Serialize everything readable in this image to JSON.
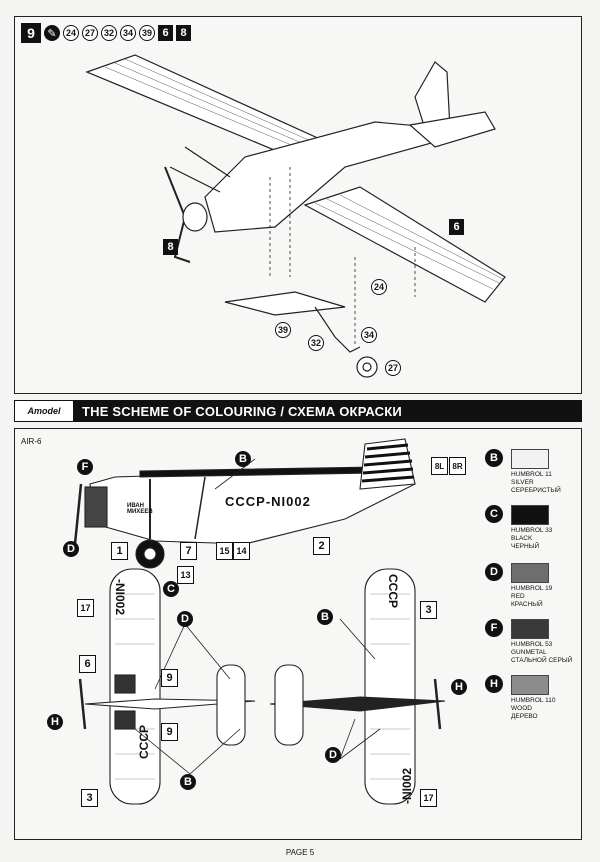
{
  "step": {
    "number": "9",
    "part_refs": [
      "24",
      "27",
      "32",
      "34",
      "39"
    ],
    "sub_steps": [
      "6",
      "8"
    ],
    "callouts": {
      "wing_step": "6",
      "engine_step": "8",
      "part_24": "24",
      "part_39": "39",
      "part_32": "32",
      "part_34": "34",
      "part_27": "27"
    }
  },
  "header": {
    "logo": "Amodel",
    "title": "THE SCHEME OF COLOURING / СХЕМА ОКРАСКИ"
  },
  "scheme": {
    "model_code": "AIR-6",
    "registration_side": "СССР-NI002",
    "registration_wing_top": "-NI002",
    "registration_wing_bottom": "СССР",
    "cowl_lettering": "ИВАН МИХЕЕВ",
    "decal_numbers": {
      "d1": "1",
      "d7": "7",
      "d15": "15",
      "d14": "14",
      "d2": "2",
      "d13": "13",
      "d8l": "8L",
      "d8r": "8R",
      "d17a": "17",
      "d6": "6",
      "d9a": "9",
      "d9b": "9",
      "d3a": "3",
      "d3b": "3",
      "d17b": "17"
    },
    "paint_letters": {
      "f": "F",
      "b": "B",
      "d": "D",
      "c": "C",
      "h": "H"
    },
    "colors": [
      {
        "letter": "B",
        "hex": "#f2f2f2",
        "code": "HUMBROL 11",
        "name_en": "SILVER",
        "name_ru": "СЕРЕБРИСТЫЙ"
      },
      {
        "letter": "C",
        "hex": "#111111",
        "code": "HUMBROL 33",
        "name_en": "BLACK",
        "name_ru": "ЧЕРНЫЙ"
      },
      {
        "letter": "D",
        "hex": "#6e6e6e",
        "code": "HUMBROL 19",
        "name_en": "RED",
        "name_ru": "КРАСНЫЙ"
      },
      {
        "letter": "F",
        "hex": "#3a3a3a",
        "code": "HUMBROL 53",
        "name_en": "GUNMETAL",
        "name_ru": "СТАЛЬНОЙ СЕРЫЙ"
      },
      {
        "letter": "H",
        "hex": "#8c8c8c",
        "code": "HUMBROL 110",
        "name_en": "WOOD",
        "name_ru": "ДЕРЕВО"
      }
    ]
  },
  "footer": {
    "page": "PAGE 5"
  }
}
